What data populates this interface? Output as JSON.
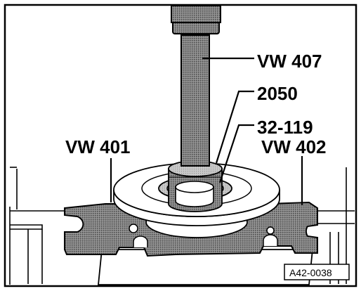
{
  "figure": {
    "labels": {
      "vw407": "VW 407",
      "n2050": "2050",
      "n32_119": "32-119",
      "vw401": "VW 401",
      "vw402": "VW 402"
    },
    "reference": "A42-0038"
  }
}
